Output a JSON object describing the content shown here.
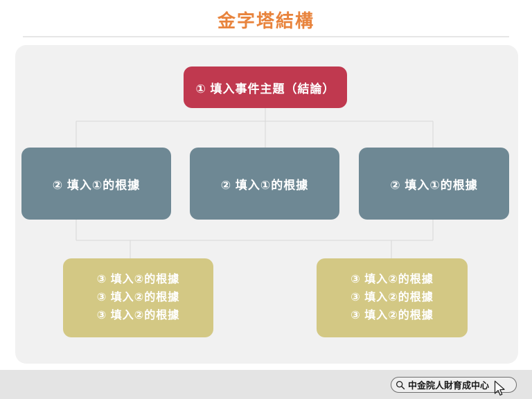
{
  "page": {
    "title": "金字塔結構",
    "title_color": "#E8833C"
  },
  "diagram": {
    "panel_bg": "#F1F1F1",
    "connector_color": "#D8D8D8",
    "levels": [
      {
        "level": 1,
        "color": "#C0394F",
        "nodes": [
          {
            "id": "top-1",
            "text": "① 填入事件主題（結論）"
          }
        ]
      },
      {
        "level": 2,
        "color": "#6E8894",
        "nodes": [
          {
            "id": "mid-1",
            "text": "②  填入①的根據"
          },
          {
            "id": "mid-2",
            "text": "②  填入①的根據"
          },
          {
            "id": "mid-3",
            "text": "②  填入①的根據"
          }
        ]
      },
      {
        "level": 3,
        "color": "#D3C884",
        "nodes": [
          {
            "id": "bot-1",
            "lines": [
              "③  填入②的根據",
              "③  填入②的根據",
              "③  填入②的根據"
            ]
          },
          {
            "id": "bot-2",
            "lines": [
              "③  填入②的根據",
              "③  填入②的根據",
              "③  填入②的根據"
            ]
          }
        ]
      }
    ]
  },
  "taskbar": {
    "background": "#E4E4E4",
    "search": {
      "icon": "search-icon",
      "value": "中金院人財育成中心",
      "placeholder": "中金院人財育成中心"
    },
    "cursor": "mouse-pointer"
  }
}
